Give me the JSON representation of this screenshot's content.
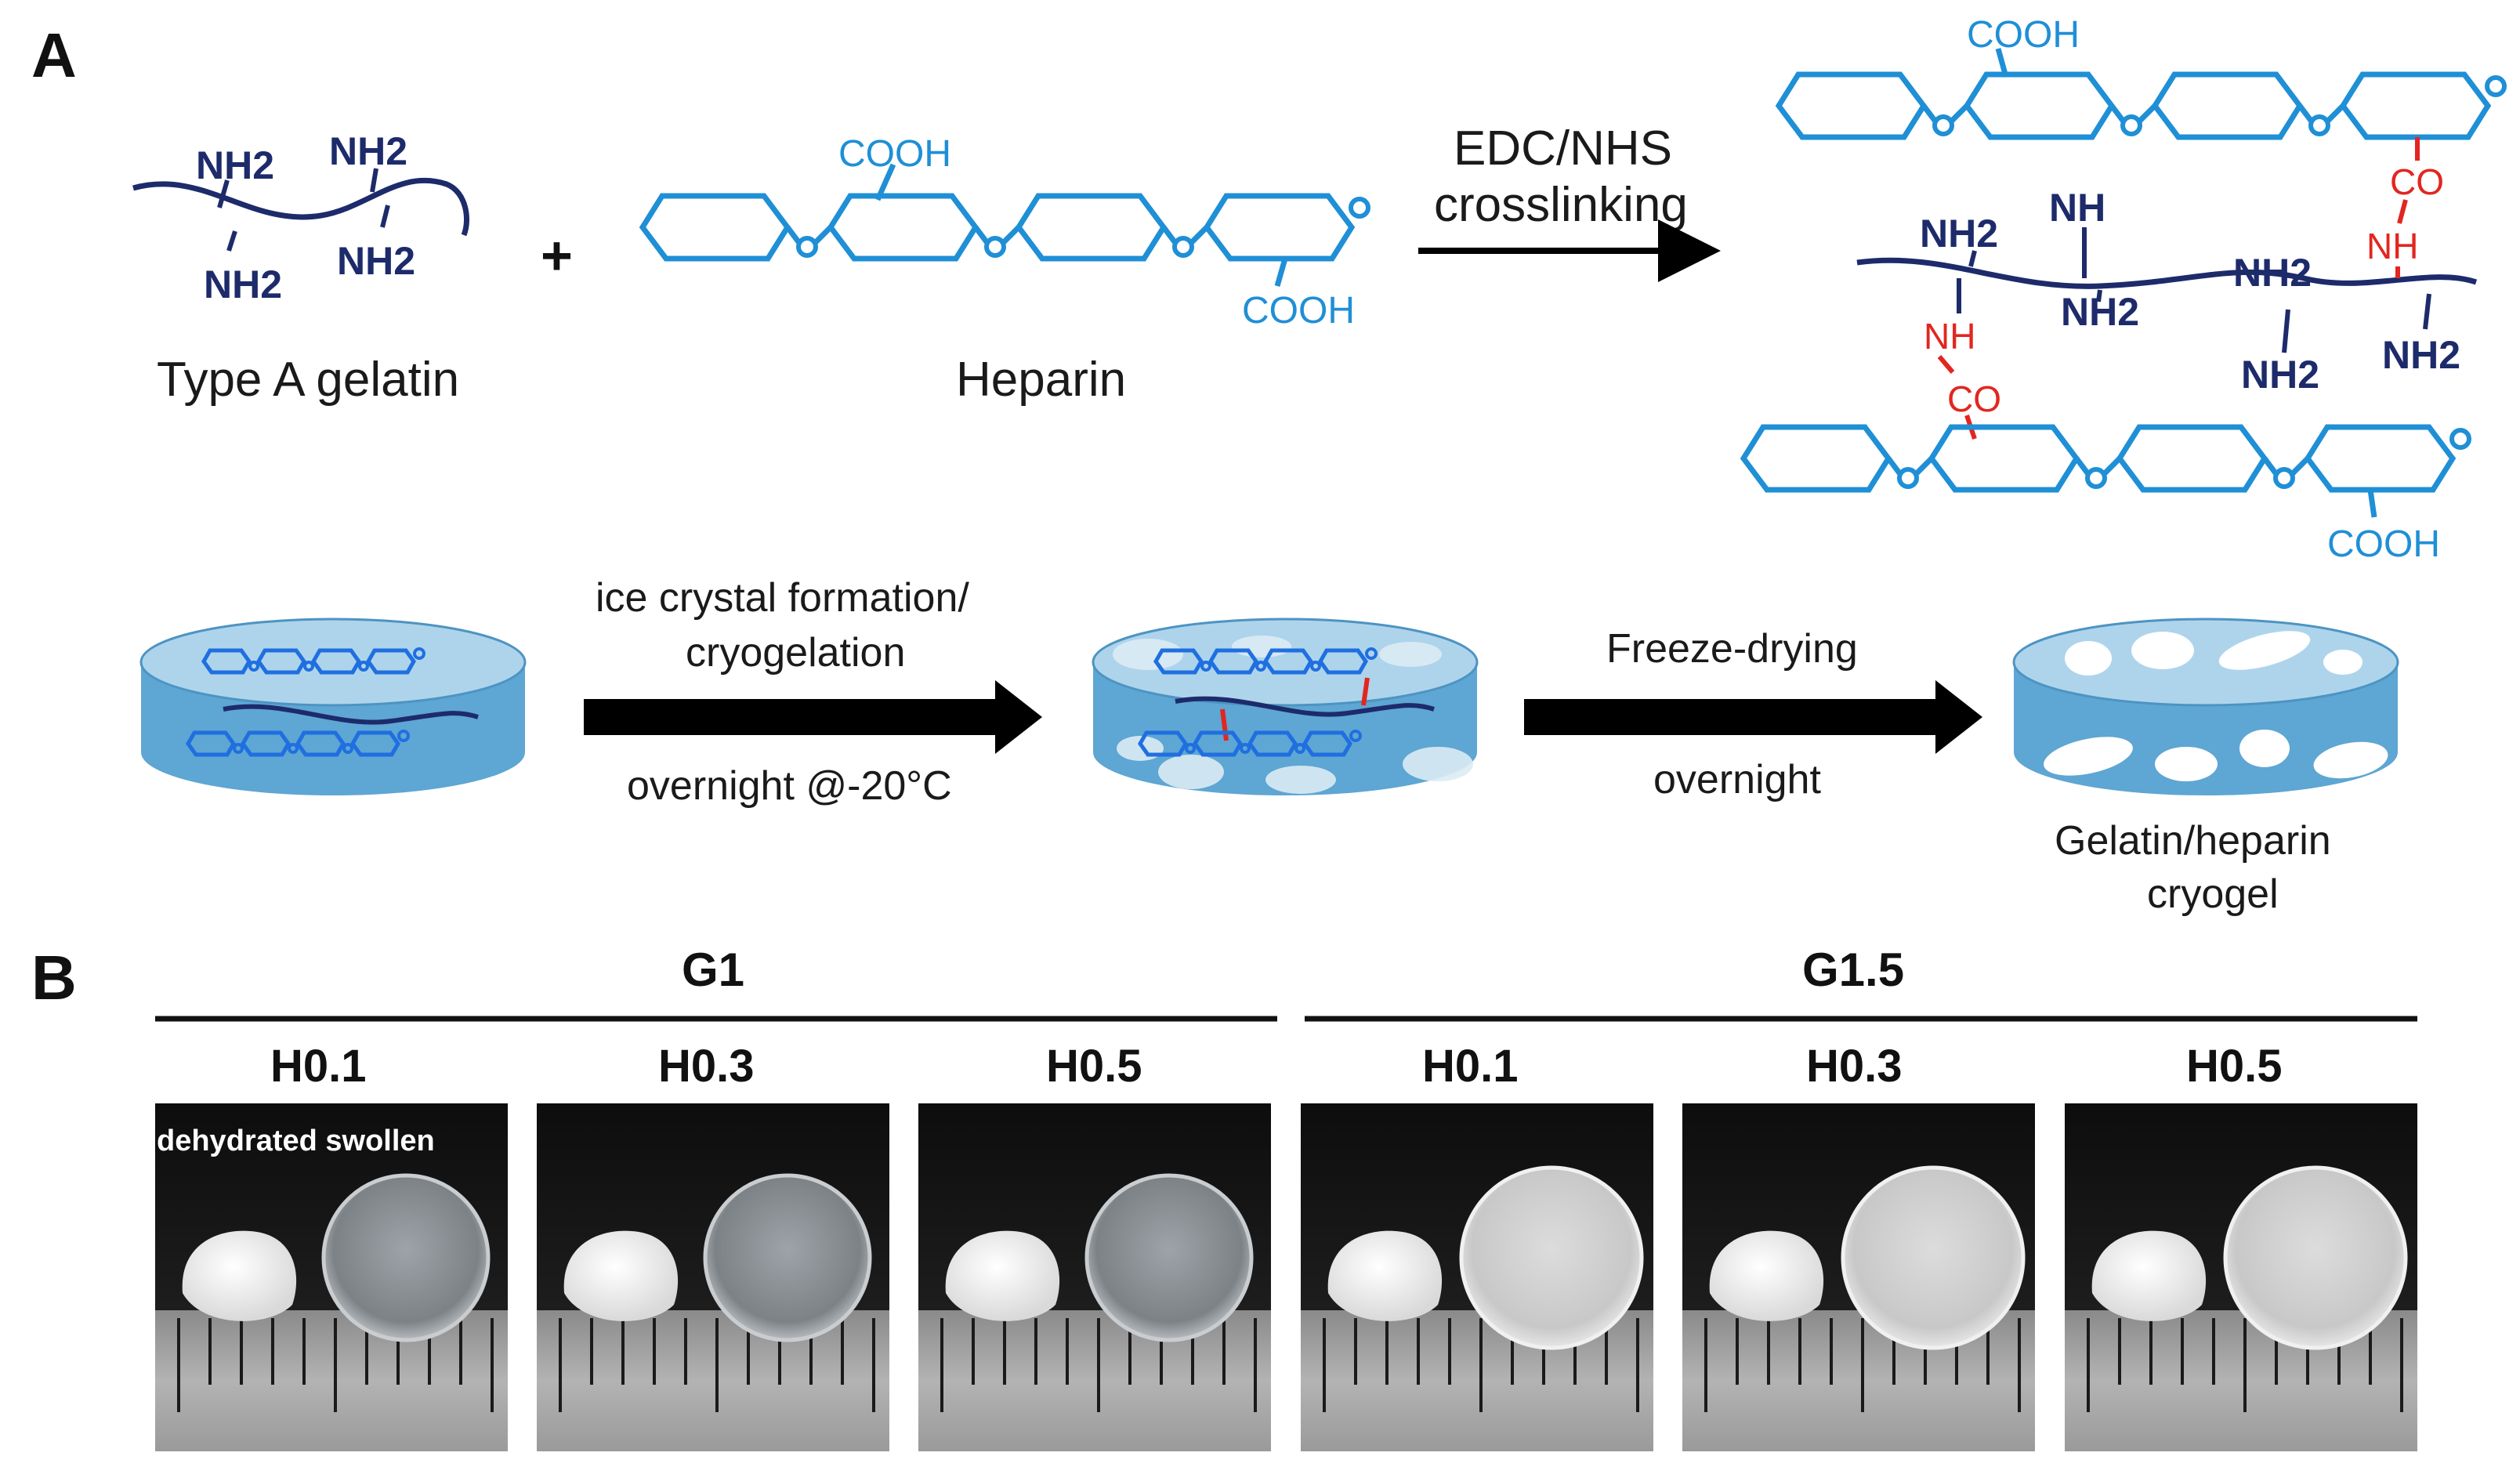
{
  "panel_a": {
    "letter": "A",
    "gelatin": {
      "amine_labels": [
        "NH2",
        "NH2",
        "NH2",
        "NH2"
      ],
      "name": "Type A gelatin"
    },
    "plus": "+",
    "heparin": {
      "carboxyl_labels": [
        "COOH",
        "COOH"
      ],
      "name": "Heparin"
    },
    "crosslink_step": {
      "line1": "EDC/NHS",
      "line2": "crosslinking"
    },
    "product": {
      "top_carboxyl": "COOH",
      "bottom_carboxyl": "COOH",
      "amide_co_1": "CO",
      "amide_nh_1": "NH",
      "amide_nh_2": "NH",
      "amide_co_2": "CO",
      "free_amines": [
        "NH2",
        "NH",
        "NH2",
        "NH2",
        "NH2",
        "NH2"
      ]
    },
    "cryogel_process": {
      "step1_top_line1": "ice crystal formation/",
      "step1_top_line2": "cryogelation",
      "step1_bottom": "overnight @-20°C",
      "step2_top": "Freeze-drying",
      "step2_bottom": "overnight",
      "final_line1": "Gelatin/heparin",
      "final_line2": "cryogel"
    }
  },
  "panel_b": {
    "letter": "B",
    "groups": [
      {
        "title": "G1",
        "samples": [
          "H0.1",
          "H0.3",
          "H0.5"
        ]
      },
      {
        "title": "G1.5",
        "samples": [
          "H0.1",
          "H0.3",
          "H0.5"
        ]
      }
    ],
    "photo_caption": "dehydrated swollen"
  },
  "colors": {
    "gelatin_chain": "#1d2b6b",
    "heparin": "#1f8fd6",
    "amide_bond": "#e2261f",
    "disc_fill": "#5ea6d3",
    "disc_top": "#aed4ec",
    "arrow": "#000000"
  }
}
